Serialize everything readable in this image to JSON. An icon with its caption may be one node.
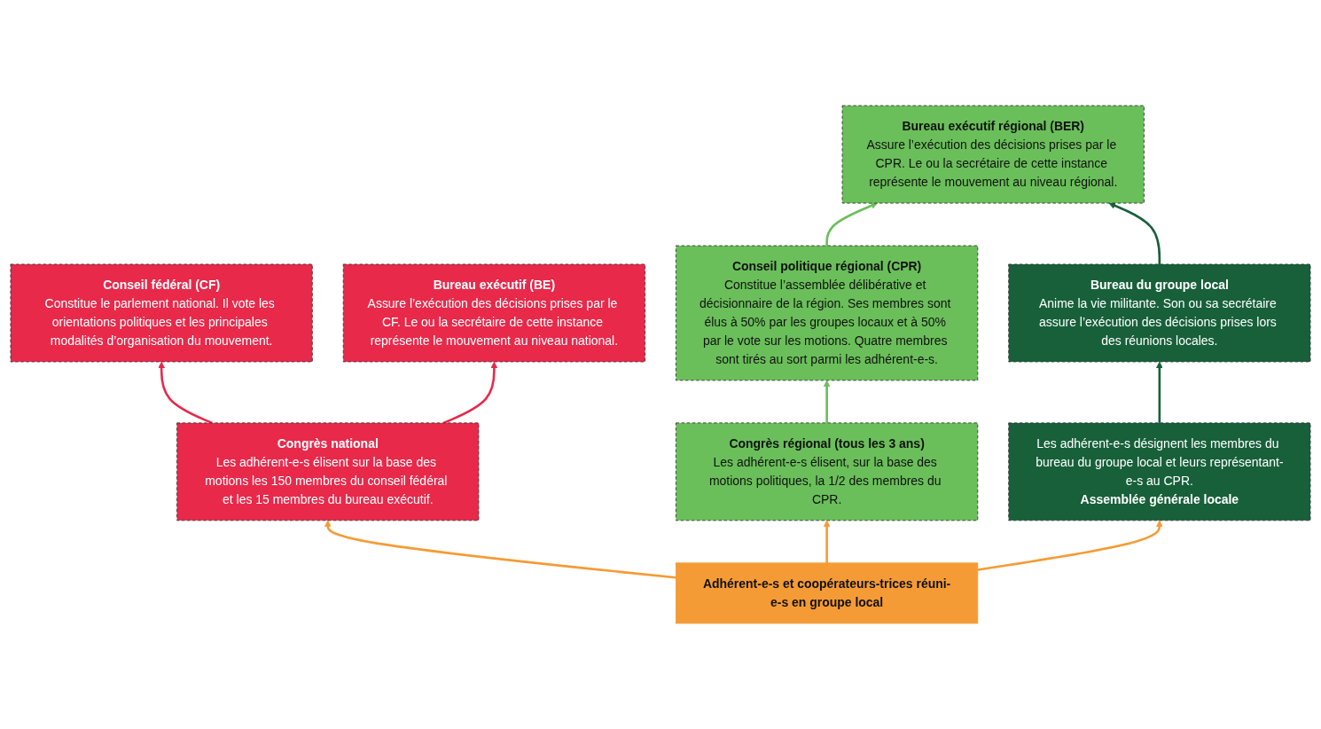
{
  "diagram": {
    "nodes": [
      {
        "text": [
          "Bureau exécutif régional (BER)",
          "Assure l’exécution des décisions prises par le CPR. Le ou la secrétaire de cette instance représente le mouvement au niveau régional."
        ]
      },
      {
        "text": [
          "Conseil fédéral (CF)",
          "Constitue le parlement national. Il vote les orientations politiques et les principales modalités d’organisation du mouvement."
        ]
      },
      {
        "text": [
          "Bureau exécutif (BE)",
          "Assure l’exécution des décisions prises par le CF. Le ou la secrétaire de cette instance représente le mouvement au niveau national."
        ]
      },
      {
        "text": [
          "Conseil politique régional (CPR)",
          "Constitue l’assemblée délibérative et décisionnaire de la région. Ses membres sont élus à 50% par les groupes locaux et à 50% par le vote sur les motions. Quatre membres sont tirés au sort parmi les adhérent-e-s."
        ]
      },
      {
        "text": [
          "Congrès national",
          "Les adhérent-e-s élisent sur la base des motions les 150 membres du conseil fédéral et les 15 membres du bureau exécutif."
        ]
      },
      {
        "text": [
          "Congrès régional (tous les 3 ans)",
          "Les adhérent-e-s élisent, sur la base des motions politiques, la 1/2 des membres du CPR."
        ]
      },
      {
        "text": [
          "Adhérent-e-s et coopérateurs-trices réuni-e-s en groupe local"
        ]
      },
      {
        "text": [
          "Les adhérent-e-s désignent les membres du bureau du groupe local et leurs représentant-e-s au CPR.",
          "Assemblée générale locale"
        ]
      },
      {
        "text": [
          "Bureau du groupe local",
          "Anime la vie militante. Son ou sa secrétaire assure l’exécution des décisions prises lors des réunions locales."
        ]
      }
    ],
    "edges": [
      {
        "from": 3,
        "to": 0,
        "arrow": "to",
        "color": "#6abf5a"
      },
      {
        "from": 5,
        "to": 3,
        "arrow": "to",
        "color": "#6abf5a"
      },
      {
        "from": 4,
        "to": 1,
        "arrow": "to",
        "color": "#e8294a"
      },
      {
        "from": 4,
        "to": 2,
        "arrow": "to",
        "color": "#e8294a"
      },
      {
        "from": 6,
        "to": 5,
        "arrow": "to"
      },
      {
        "from": 6,
        "to": 4,
        "arrow": "to"
      },
      {
        "from": 6,
        "to": 7,
        "arrow": "to"
      },
      {
        "from": 7,
        "to": 8,
        "arrow": "to",
        "color": "#17603a"
      },
      {
        "from": 8,
        "to": 0,
        "arrow": "to",
        "color": "#17603a"
      }
    ]
  }
}
